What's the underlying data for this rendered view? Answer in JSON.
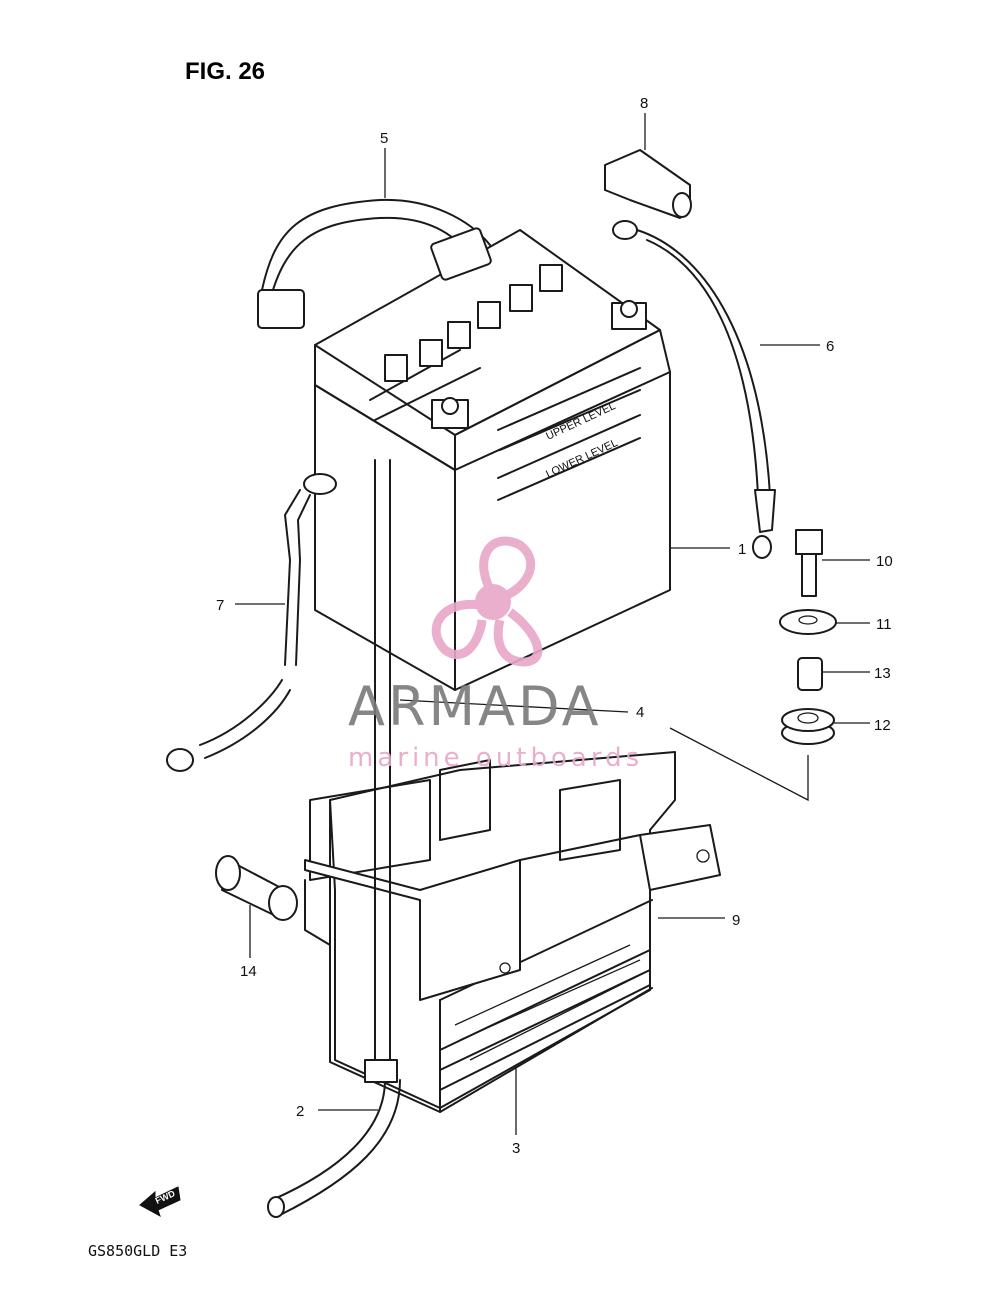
{
  "figure": {
    "title": "FIG. 26",
    "model": "GS850GLD  E3"
  },
  "battery": {
    "upper_level": "UPPER LEVEL",
    "lower_level": "LOWER LEVEL"
  },
  "callouts": {
    "c1": "1",
    "c2": "2",
    "c3": "3",
    "c4": "4",
    "c5": "5",
    "c6": "6",
    "c7": "7",
    "c8": "8",
    "c9": "9",
    "c10": "10",
    "c11": "11",
    "c12": "12",
    "c13": "13",
    "c14": "14"
  },
  "watermark": {
    "title": "ARMADA",
    "subtitle": "marine outboards"
  },
  "direction_arrow": {
    "label": "FWD"
  },
  "colors": {
    "line": "#1a1a1a",
    "watermark_pink": "#e7a7c8",
    "watermark_gray": "#7a7a7a"
  }
}
